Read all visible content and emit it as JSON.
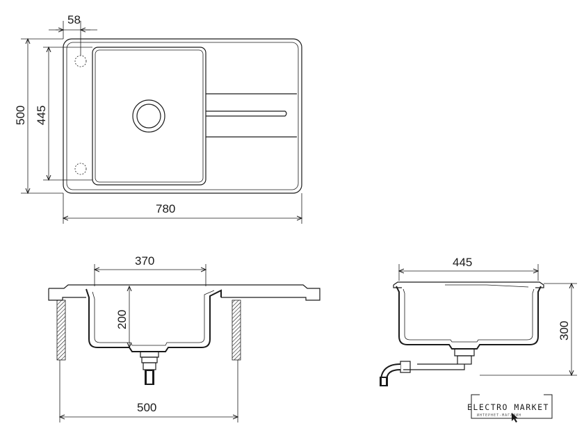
{
  "dimensions": {
    "top_hole_offset": "58",
    "total_height": "500",
    "bowl_height": "445",
    "total_width": "780",
    "bowl_width": "370",
    "bowl_depth": "200",
    "cabinet_width": "500",
    "side_width": "445",
    "side_depth": "300"
  },
  "logo": {
    "brand": "ELECTRO MARKET",
    "tagline": "ИНТЕРНЕТ-МАГАЗИН"
  },
  "colors": {
    "line": "#1a1a1a",
    "background": "#ffffff"
  }
}
